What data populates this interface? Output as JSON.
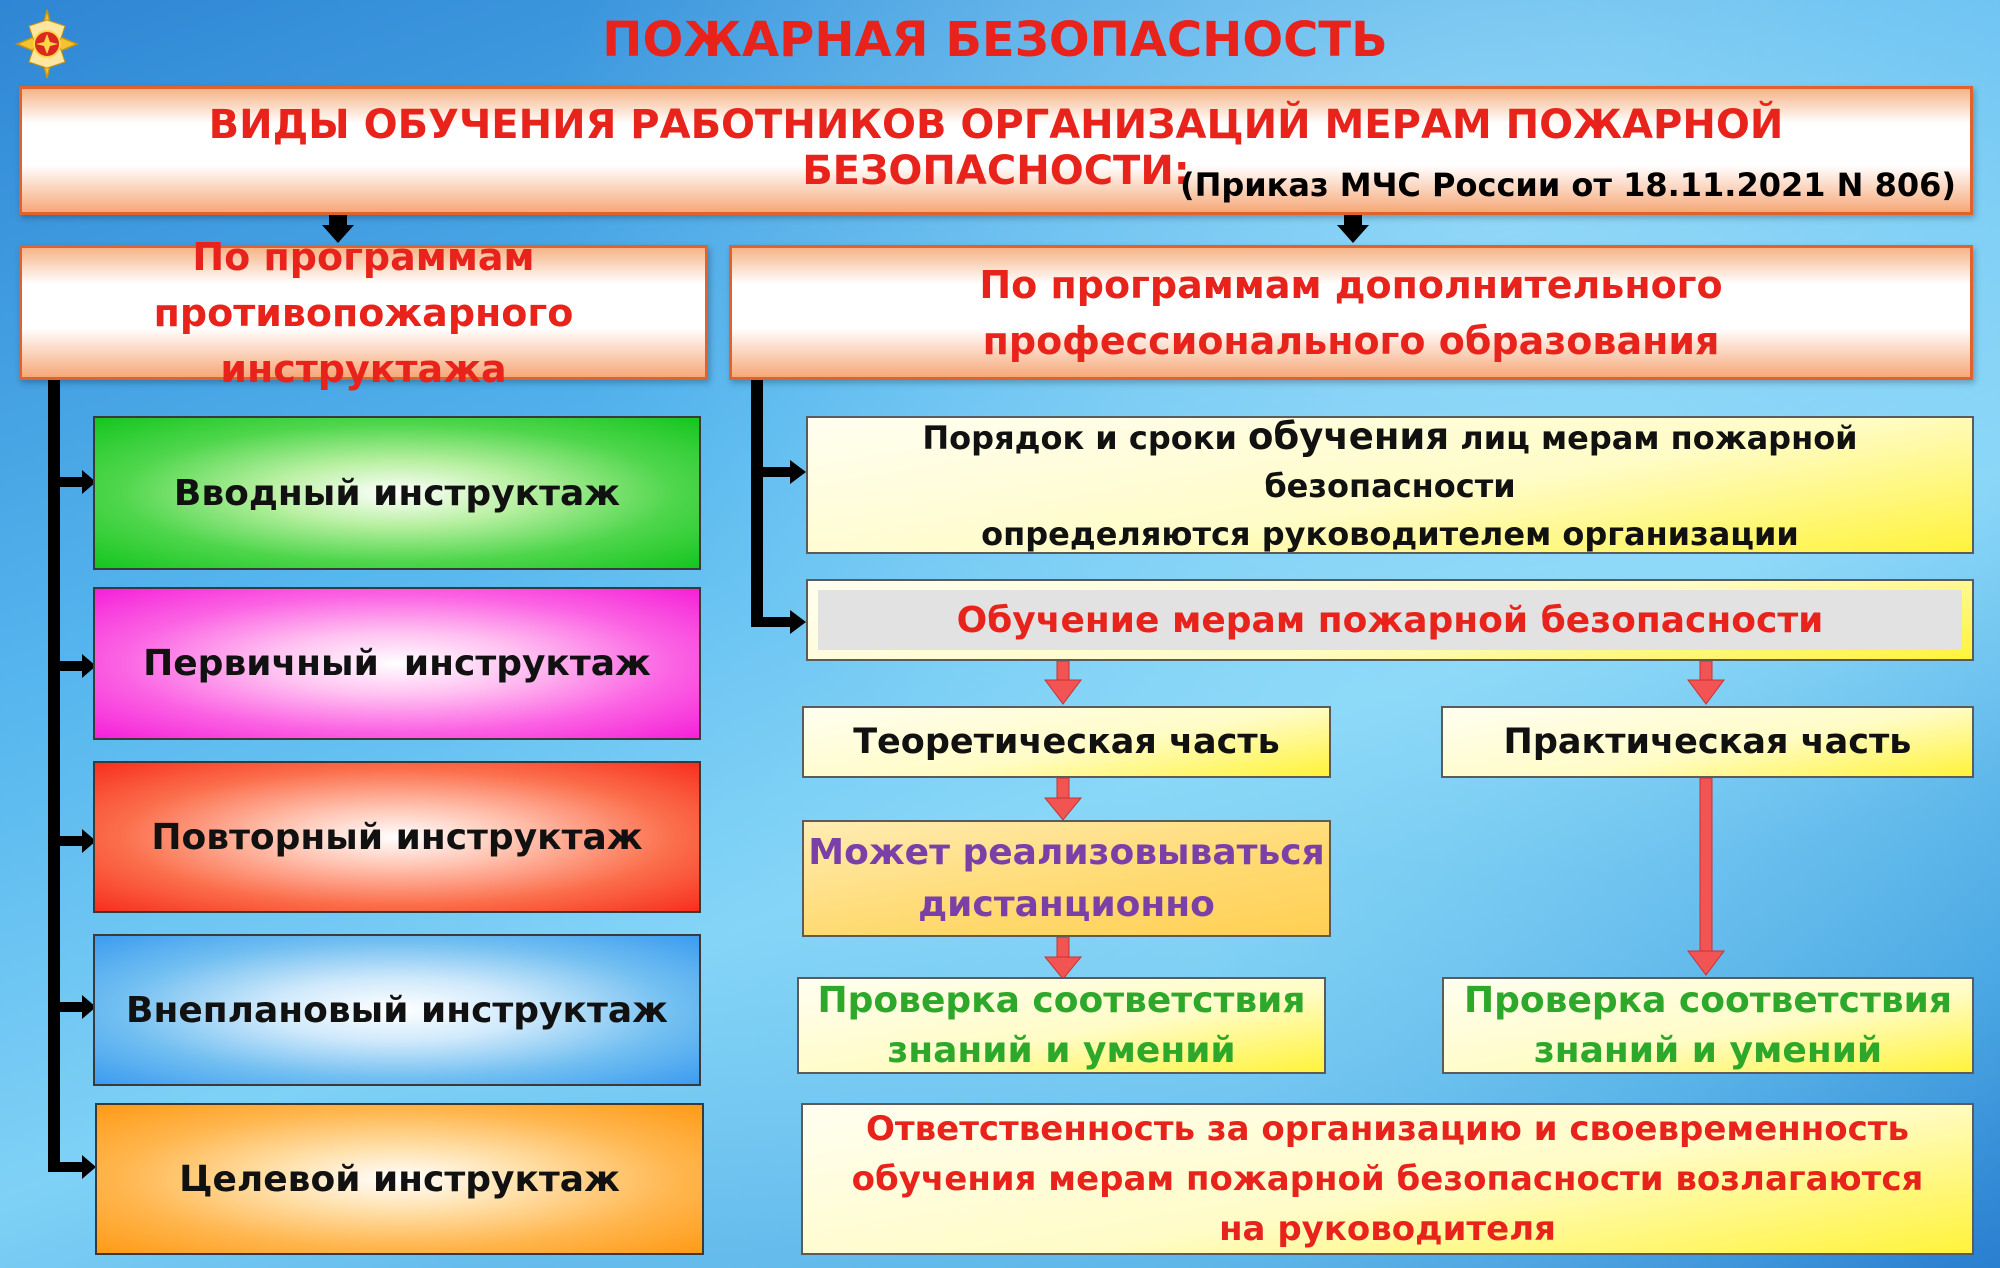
{
  "title": "ПОЖАРНАЯ БЕЗОПАСНОСТЬ",
  "header": {
    "main": "ВИДЫ ОБУЧЕНИЯ РАБОТНИКОВ ОРГАНИЗАЦИЙ МЕРАМ ПОЖАРНОЙ БЕЗОПАСНОСТИ:",
    "order": "(Приказ МЧС России от 18.11.2021 N 806)"
  },
  "left_branch": {
    "line1": "По программам",
    "line2": "противопожарного инструктажа",
    "items": [
      "Вводный инструктаж",
      "Первичный  инструктаж",
      "Повторный инструктаж",
      "Внеплановый инструктаж",
      "Целевой инструктаж"
    ]
  },
  "right_branch": {
    "line1": "По программам дополнительного",
    "line2": "профессионального образования",
    "order_box": {
      "part1": "Порядок и сроки ",
      "emph": "обучения",
      "part2": " лиц мерам пожарной безопасности",
      "line2": "определяются руководителем организации"
    },
    "training": "Обучение мерам пожарной безопасности",
    "theory": "Теоретическая часть",
    "practice": "Практическая часть",
    "remote_line1": "Может реализовываться",
    "remote_line2": "дистанционно",
    "check_line1": "Проверка соответствия",
    "check_line2": "знаний и умений",
    "responsibility": [
      "Ответственность за организацию и своевременность",
      "обучения мерам пожарной безопасности возлагаются",
      "на руководителя"
    ]
  },
  "colors": {
    "title_red": "#e8231b",
    "responsibility_red": "#e8231b",
    "remote_purple": "#7b3fa8",
    "check_green": "#2ea82b",
    "arrow_red": "#f25454"
  }
}
